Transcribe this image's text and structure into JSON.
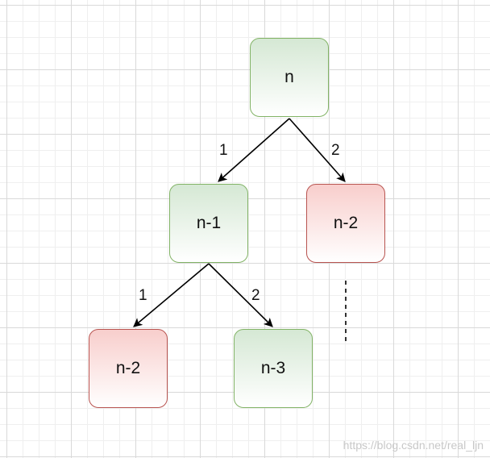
{
  "nodes": {
    "root": "n",
    "n1": "n-1",
    "n2_right": "n-2",
    "n2_left": "n-2",
    "n3": "n-3"
  },
  "edge_labels": {
    "root_to_n1": "1",
    "root_to_n2": "2",
    "n1_to_n2": "1",
    "n1_to_n3": "2"
  },
  "colors": {
    "explored_fill": "#d5e8d4",
    "explored_border": "#82b366",
    "repeated_fill": "#f8cecc",
    "repeated_border": "#b85450"
  },
  "watermark": "https://blog.csdn.net/real_ljn"
}
